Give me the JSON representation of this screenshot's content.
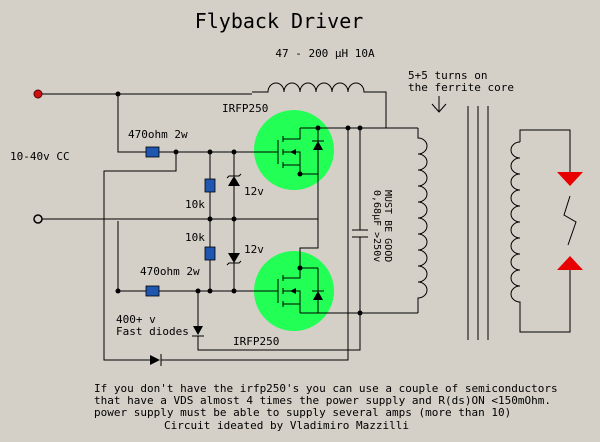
{
  "title": "Flyback Driver",
  "labels": {
    "inductor": "47 - 200 µH 10A",
    "turns_line1": "5+5 turns on",
    "turns_line2": "the ferrite core",
    "supply": "10-40v CC",
    "mosfet_top": "IRFP250",
    "mosfet_bottom": "IRFP250",
    "resistor_top": "470ohm 2w",
    "resistor_bottom": "470ohm 2w",
    "resistor_10k_top": "10k",
    "resistor_10k_bottom": "10k",
    "zener_top": "12v",
    "zener_bottom": "12v",
    "cap_line1": "0,68µF >250v",
    "cap_line2": "MUST BE GOOD",
    "diodes_line1": "400+ v",
    "diodes_line2": "Fast diodes"
  },
  "notes": [
    "If you don't have the irfp250's you can use a couple of semiconductors",
    "that have a VDS almost 4 times the power supply and R(ds)ON <150mOhm.",
    "power supply must be able to supply several amps (more than 10)",
    "Circuit ideated by Vladimiro Mazzilli"
  ],
  "colors": {
    "background": "#d4d0c8",
    "mosfet": "#22ff55",
    "resistor": "#1e56b0",
    "terminal": "#d01010",
    "spark_gap": "#e80000"
  }
}
